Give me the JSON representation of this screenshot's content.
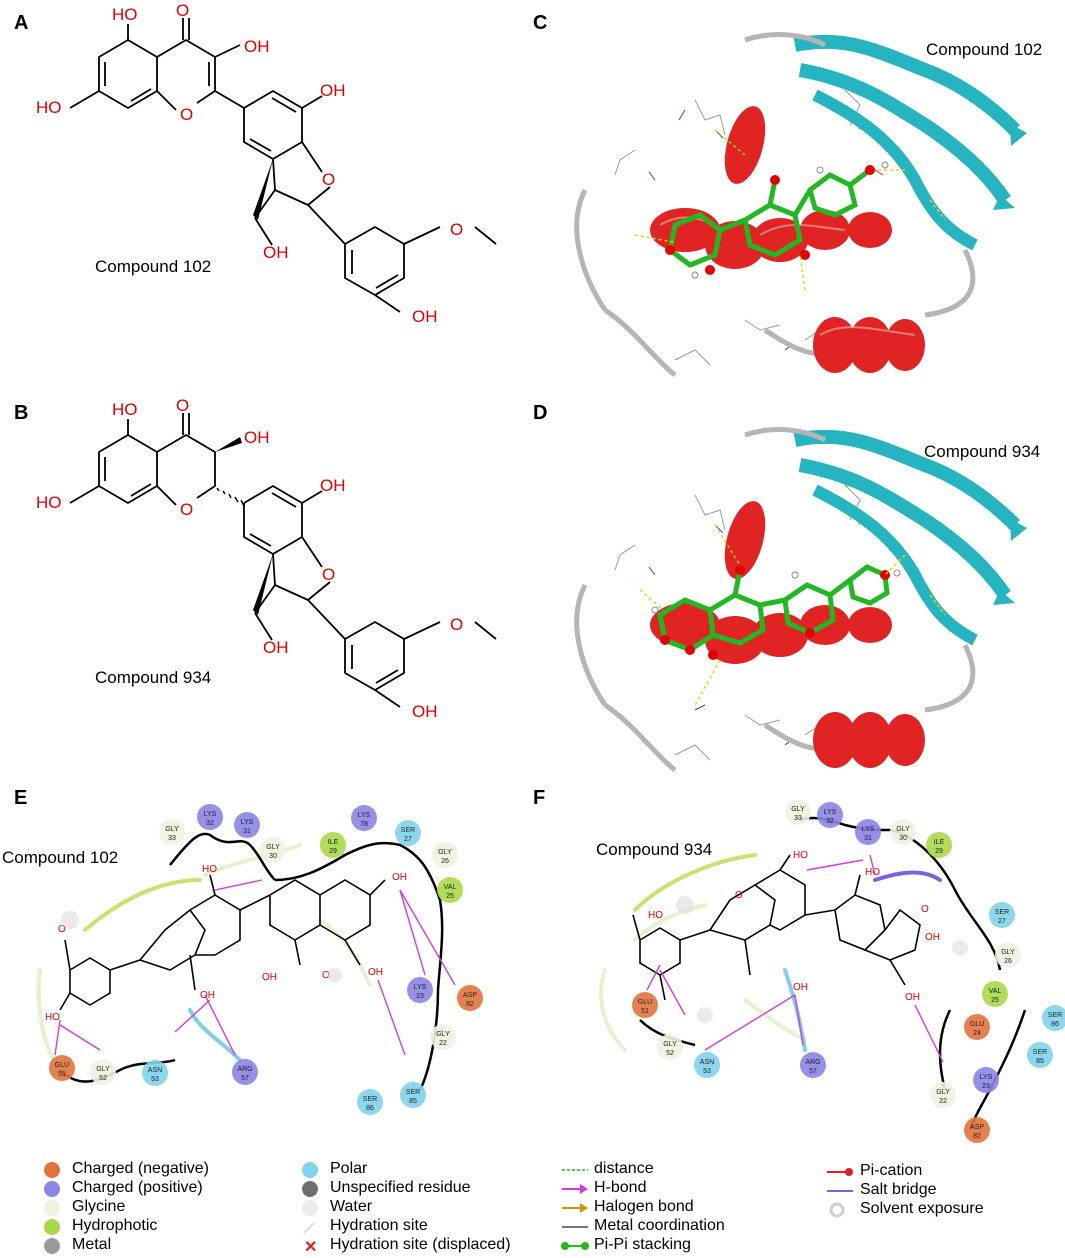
{
  "panels": {
    "A": {
      "letter": "A",
      "caption": "Compound 102"
    },
    "B": {
      "letter": "B",
      "caption": "Compound 934"
    },
    "C": {
      "letter": "C",
      "caption": "Compound 102"
    },
    "D": {
      "letter": "D",
      "caption": "Compound 934"
    },
    "E": {
      "letter": "E",
      "caption": "Compound 102"
    },
    "F": {
      "letter": "F",
      "caption": "Compound 934"
    }
  },
  "atom_labels": {
    "OH": "OH",
    "HO": "HO",
    "O": "O"
  },
  "residues_E": [
    {
      "name": "LYS",
      "num": "32",
      "type": "positive"
    },
    {
      "name": "LYS",
      "num": "31",
      "type": "positive"
    },
    {
      "name": "GLY",
      "num": "33",
      "type": "glycine"
    },
    {
      "name": "GLY",
      "num": "30",
      "type": "glycine"
    },
    {
      "name": "ILE",
      "num": "29",
      "type": "hydrophobic"
    },
    {
      "name": "LYS",
      "num": "78",
      "type": "positive"
    },
    {
      "name": "SER",
      "num": "27",
      "type": "polar"
    },
    {
      "name": "GLY",
      "num": "26",
      "type": "glycine"
    },
    {
      "name": "VAL",
      "num": "25",
      "type": "hydrophobic"
    },
    {
      "name": "LYS",
      "num": "23",
      "type": "positive"
    },
    {
      "name": "ASP",
      "num": "82",
      "type": "negative"
    },
    {
      "name": "GLY",
      "num": "22",
      "type": "glycine"
    },
    {
      "name": "SER",
      "num": "85",
      "type": "polar"
    },
    {
      "name": "SER",
      "num": "86",
      "type": "polar"
    },
    {
      "name": "GLU",
      "num": "51",
      "type": "negative"
    },
    {
      "name": "GLY",
      "num": "52",
      "type": "glycine"
    },
    {
      "name": "ASN",
      "num": "53",
      "type": "polar"
    },
    {
      "name": "ARG",
      "num": "57",
      "type": "positive"
    }
  ],
  "residues_F": [
    {
      "name": "GLY",
      "num": "33",
      "type": "glycine"
    },
    {
      "name": "LYS",
      "num": "32",
      "type": "positive"
    },
    {
      "name": "LYS",
      "num": "31",
      "type": "positive"
    },
    {
      "name": "GLY",
      "num": "30",
      "type": "glycine"
    },
    {
      "name": "ILE",
      "num": "29",
      "type": "hydrophobic"
    },
    {
      "name": "SER",
      "num": "27",
      "type": "polar"
    },
    {
      "name": "GLY",
      "num": "26",
      "type": "glycine"
    },
    {
      "name": "VAL",
      "num": "25",
      "type": "hydrophobic"
    },
    {
      "name": "GLU",
      "num": "24",
      "type": "negative"
    },
    {
      "name": "SER",
      "num": "86",
      "type": "polar"
    },
    {
      "name": "SER",
      "num": "85",
      "type": "polar"
    },
    {
      "name": "LYS",
      "num": "23",
      "type": "positive"
    },
    {
      "name": "GLY",
      "num": "22",
      "type": "glycine"
    },
    {
      "name": "ASP",
      "num": "82",
      "type": "negative"
    },
    {
      "name": "GLU",
      "num": "51",
      "type": "negative"
    },
    {
      "name": "GLY",
      "num": "52",
      "type": "glycine"
    },
    {
      "name": "ASN",
      "num": "53",
      "type": "polar"
    },
    {
      "name": "ARG",
      "num": "57",
      "type": "positive"
    }
  ],
  "legend": {
    "col1": [
      "Charged (negative)",
      "Charged (positive)",
      "Glycine",
      "Hydrophotic",
      "Metal"
    ],
    "col2": [
      "Polar",
      "Unspecified residue",
      "Water",
      "Hydration site",
      "Hydration site (displaced)"
    ],
    "col3": [
      "distance",
      "H-bond",
      "Halogen bond",
      "Metal coordination",
      "Pi-Pi stacking"
    ],
    "col4": [
      "Pi-cation",
      "Salt bridge",
      "Solvent exposure"
    ]
  },
  "colors": {
    "negative": "#e2733e",
    "positive": "#8a84e6",
    "glycine": "#f2f2e0",
    "hydrophobic": "#a8d84a",
    "polar": "#7fd3ec",
    "metal": "#9a9a9a",
    "hbond": "#d13be0",
    "helix": "#e02020",
    "sheet": "#26b5c0",
    "ligand": "#22b822",
    "atomO": "#e00000"
  }
}
